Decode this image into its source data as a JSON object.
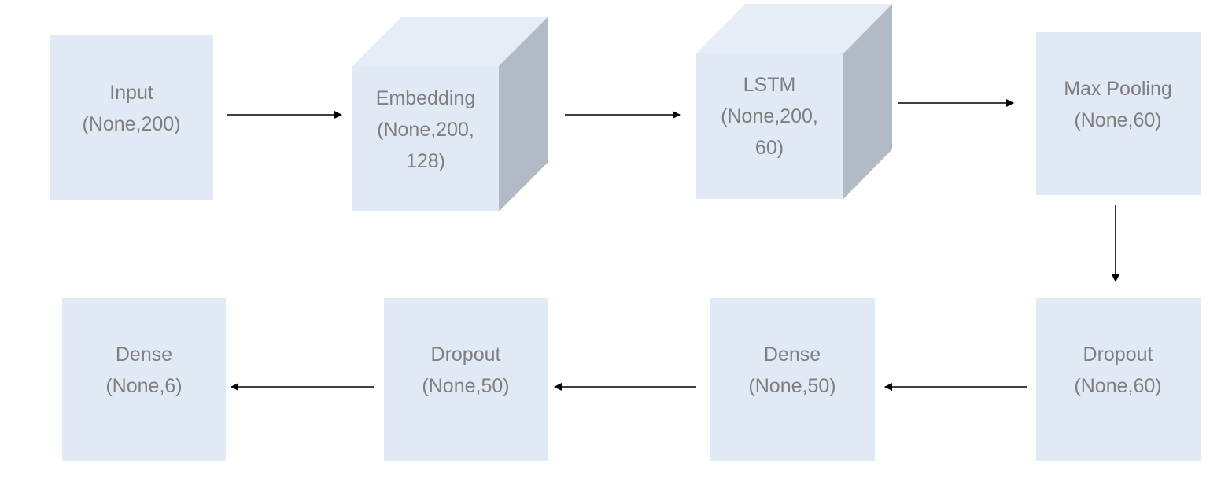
{
  "colors": {
    "box_fill": "#e1e9f4",
    "cube_top": "#e6edf7",
    "cube_side": "#b2bac6",
    "text": "#7f7f7f",
    "arrow": "#000000"
  },
  "layers": {
    "input": {
      "lines": [
        "Input",
        "(None,200)"
      ]
    },
    "embedding": {
      "lines": [
        "Embedding",
        "(None,200,",
        "128)"
      ]
    },
    "lstm": {
      "lines": [
        "LSTM",
        "(None,200,",
        "60)"
      ]
    },
    "max_pooling": {
      "lines": [
        "Max Pooling",
        "(None,60)"
      ]
    },
    "dropout_60": {
      "lines": [
        "Dropout",
        "(None,60)"
      ]
    },
    "dense_50": {
      "lines": [
        "Dense",
        "(None,50)"
      ]
    },
    "dropout_50": {
      "lines": [
        "Dropout",
        "(None,50)"
      ]
    },
    "dense_6": {
      "lines": [
        "Dense",
        "(None,6)"
      ]
    }
  }
}
